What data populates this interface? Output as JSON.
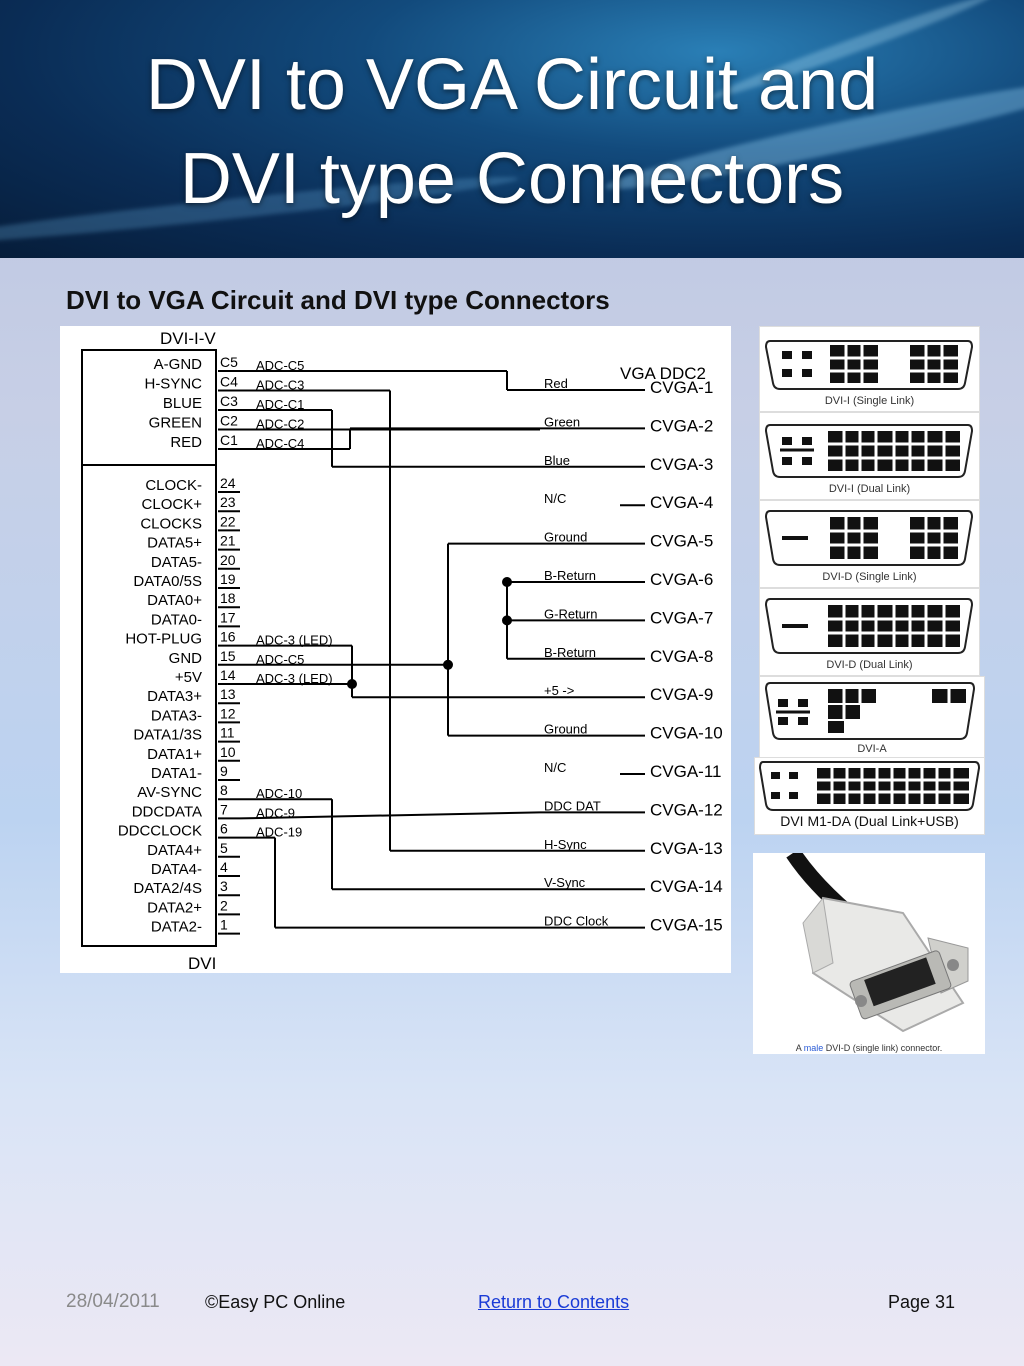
{
  "title": {
    "line1": "DVI to VGA Circuit and",
    "line2": "DVI type Connectors"
  },
  "subtitle": "DVI to VGA Circuit and DVI type Connectors",
  "schematic": {
    "top_label": "DVI-I-V",
    "bottom_label": "DVI",
    "vga_header": "VGA DDC2",
    "analog_pins": [
      {
        "signal": "A-GND",
        "pin": "C5",
        "wire": "ADC-C5"
      },
      {
        "signal": "H-SYNC",
        "pin": "C4",
        "wire": "ADC-C3"
      },
      {
        "signal": "BLUE",
        "pin": "C3",
        "wire": "ADC-C1"
      },
      {
        "signal": "GREEN",
        "pin": "C2",
        "wire": "ADC-C2"
      },
      {
        "signal": "RED",
        "pin": "C1",
        "wire": "ADC-C4"
      }
    ],
    "digital_pins": [
      {
        "signal": "CLOCK-",
        "pin": "24",
        "wire": ""
      },
      {
        "signal": "CLOCK+",
        "pin": "23",
        "wire": ""
      },
      {
        "signal": "CLOCKS",
        "pin": "22",
        "wire": ""
      },
      {
        "signal": "DATA5+",
        "pin": "21",
        "wire": ""
      },
      {
        "signal": "DATA5-",
        "pin": "20",
        "wire": ""
      },
      {
        "signal": "DATA0/5S",
        "pin": "19",
        "wire": ""
      },
      {
        "signal": "DATA0+",
        "pin": "18",
        "wire": ""
      },
      {
        "signal": "DATA0-",
        "pin": "17",
        "wire": ""
      },
      {
        "signal": "HOT-PLUG",
        "pin": "16",
        "wire": "ADC-3 (LED)"
      },
      {
        "signal": "GND",
        "pin": "15",
        "wire": "ADC-C5"
      },
      {
        "signal": "+5V",
        "pin": "14",
        "wire": "ADC-3 (LED)"
      },
      {
        "signal": "DATA3+",
        "pin": "13",
        "wire": ""
      },
      {
        "signal": "DATA3-",
        "pin": "12",
        "wire": ""
      },
      {
        "signal": "DATA1/3S",
        "pin": "11",
        "wire": ""
      },
      {
        "signal": "DATA1+",
        "pin": "10",
        "wire": ""
      },
      {
        "signal": "DATA1-",
        "pin": "9",
        "wire": ""
      },
      {
        "signal": "AV-SYNC",
        "pin": "8",
        "wire": "ADC-10"
      },
      {
        "signal": "DDCDATA",
        "pin": "7",
        "wire": "ADC-9"
      },
      {
        "signal": "DDCCLOCK",
        "pin": "6",
        "wire": "ADC-19"
      },
      {
        "signal": "DATA4+",
        "pin": "5",
        "wire": ""
      },
      {
        "signal": "DATA4-",
        "pin": "4",
        "wire": ""
      },
      {
        "signal": "DATA2/4S",
        "pin": "3",
        "wire": ""
      },
      {
        "signal": "DATA2+",
        "pin": "2",
        "wire": ""
      },
      {
        "signal": "DATA2-",
        "pin": "1",
        "wire": ""
      }
    ],
    "vga_pins": [
      {
        "label": "Red",
        "pin": "VGA-1"
      },
      {
        "label": "Green",
        "pin": "VGA-2"
      },
      {
        "label": "Blue",
        "pin": "VGA-3"
      },
      {
        "label": "N/C",
        "pin": "VGA-4"
      },
      {
        "label": "Ground",
        "pin": "VGA-5"
      },
      {
        "label": "B-Return",
        "pin": "VGA-6"
      },
      {
        "label": "G-Return",
        "pin": "VGA-7"
      },
      {
        "label": "B-Return",
        "pin": "VGA-8"
      },
      {
        "label": "+5 ->",
        "pin": "VGA-9"
      },
      {
        "label": "Ground",
        "pin": "VGA-10"
      },
      {
        "label": "N/C",
        "pin": "VGA-11"
      },
      {
        "label": "DDC DAT",
        "pin": "VGA-12"
      },
      {
        "label": "H-Sync",
        "pin": "VGA-13"
      },
      {
        "label": "V-Sync",
        "pin": "VGA-14"
      },
      {
        "label": "DDC Clock",
        "pin": "VGA-15"
      }
    ]
  },
  "connectors": [
    {
      "caption": "DVI-I (Single Link)"
    },
    {
      "caption": "DVI-I (Dual Link)"
    },
    {
      "caption": "DVI-D (Single Link)"
    },
    {
      "caption": "DVI-D (Dual Link)"
    },
    {
      "caption": "DVI-A"
    },
    {
      "caption": "DVI M1-DA (Dual Link+USB)"
    }
  ],
  "photo": {
    "caption_prefix": "A",
    "caption_link": "male",
    "caption_suffix": "DVI-D (single link) connector."
  },
  "footer": {
    "date": "28/04/2011",
    "copyright": "©Easy PC Online",
    "link": " Return to Contents ",
    "page": "Page 31"
  }
}
